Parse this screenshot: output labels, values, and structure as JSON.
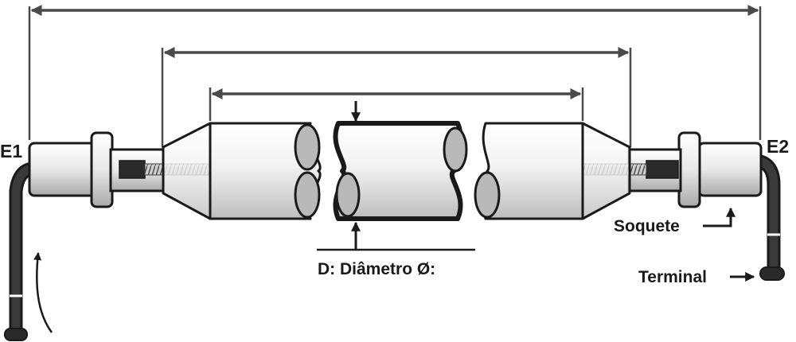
{
  "labels": {
    "e1": "E1",
    "e2": "E2",
    "diameter": "D: Diâmetro Ø:",
    "socket": "Soquete",
    "terminal": "Terminal"
  },
  "colors": {
    "outline": "#1a1a1a",
    "dimension_line": "#4a4a4a",
    "body_fill": "#f1f1f1",
    "shadow_fill": "#b9b9b9",
    "cable": "#2a2a2a",
    "background": "#ffffff"
  }
}
